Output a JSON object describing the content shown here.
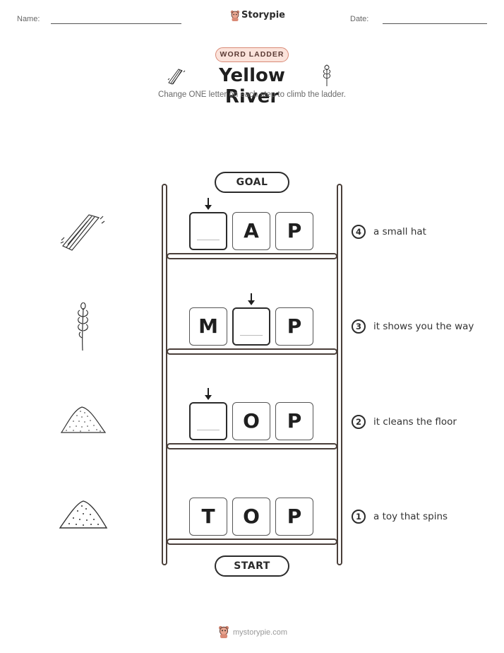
{
  "header": {
    "name_label": "Name:",
    "date_label": "Date:",
    "brand": "Storypie"
  },
  "badge": "WORD LADDER",
  "title": "Yellow River",
  "subtitle": "Change ONE letter on each step to climb the ladder.",
  "goal_label": "GOAL",
  "start_label": "START",
  "steps": [
    {
      "number": "4",
      "clue": "a small hat",
      "letters": [
        "",
        "A",
        "P"
      ],
      "icon": "reed-bundle-icon"
    },
    {
      "number": "3",
      "clue": "it shows you the way",
      "letters": [
        "M",
        "",
        "P"
      ],
      "icon": "wheat-icon"
    },
    {
      "number": "2",
      "clue": "it cleans the floor",
      "letters": [
        "",
        "O",
        "P"
      ],
      "icon": "sand-pile-icon"
    },
    {
      "number": "1",
      "clue": "a toy that spins",
      "letters": [
        "T",
        "O",
        "P"
      ],
      "icon": "dirt-mound-icon"
    }
  ],
  "footer": "mystorypie.com"
}
